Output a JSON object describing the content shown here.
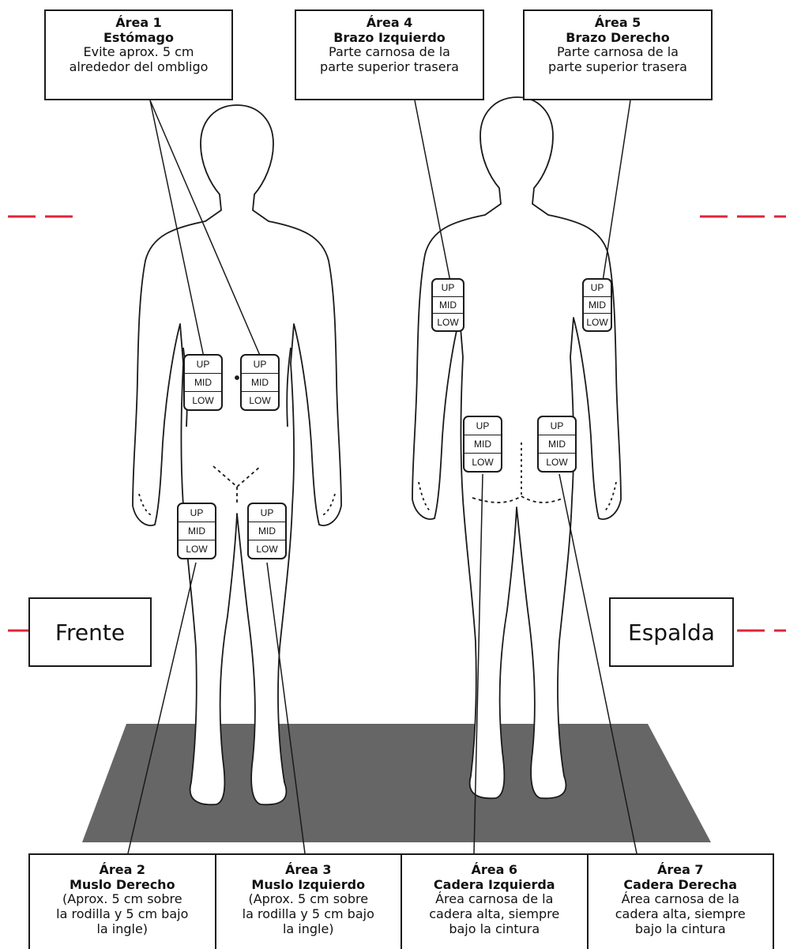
{
  "labels": {
    "front": "Frente",
    "back": "Espalda"
  },
  "zone_rows": [
    "UP",
    "MID",
    "LOW"
  ],
  "areas": {
    "a1": {
      "title": "Área 1",
      "name": "Estómago",
      "desc": [
        "Evite aprox. 5 cm",
        "alrededor del ombligo"
      ]
    },
    "a4": {
      "title": "Área 4",
      "name": "Brazo Izquierdo",
      "desc": [
        "Parte carnosa de la",
        "parte superior trasera"
      ]
    },
    "a5": {
      "title": "Área 5",
      "name": "Brazo Derecho",
      "desc": [
        "Parte carnosa de la",
        "parte superior trasera"
      ]
    },
    "a2": {
      "title": "Área 2",
      "name": "Muslo Derecho",
      "desc": [
        "(Aprox. 5 cm sobre",
        "la rodilla y 5 cm bajo",
        "la ingle)"
      ]
    },
    "a3": {
      "title": "Área 3",
      "name": "Muslo Izquierdo",
      "desc": [
        "(Aprox. 5 cm sobre",
        "la rodilla y 5 cm bajo",
        "la ingle)"
      ]
    },
    "a6": {
      "title": "Área 6",
      "name": "Cadera Izquierda",
      "desc": [
        "Área carnosa de la",
        "cadera alta, siempre",
        "bajo la cintura"
      ]
    },
    "a7": {
      "title": "Área 7",
      "name": "Cadera Derecha",
      "desc": [
        "Área carnosa de la",
        "cadera alta, siempre",
        "bajo la cintura"
      ]
    }
  },
  "colors": {
    "floor": "#666666",
    "dash": "#e0253a",
    "line": "#1a1a1a"
  }
}
